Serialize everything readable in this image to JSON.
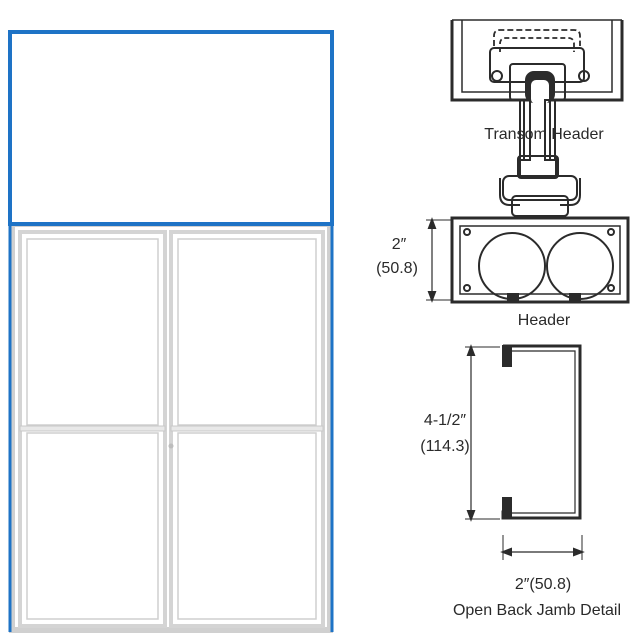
{
  "labels": {
    "transom_header": "Transom Header",
    "header": "Header",
    "header_dim_in": "2″",
    "header_dim_mm": "(50.8)",
    "jamb_height_in": "4-1/2″",
    "jamb_height_mm": "(114.3)",
    "jamb_width": "2″(50.8)",
    "jamb_detail": "Open Back Jamb Detail"
  },
  "colors": {
    "transom_frame": "#1e73c6",
    "door_frame": "#d4d4d4",
    "detail_stroke": "#2b2b2b"
  }
}
